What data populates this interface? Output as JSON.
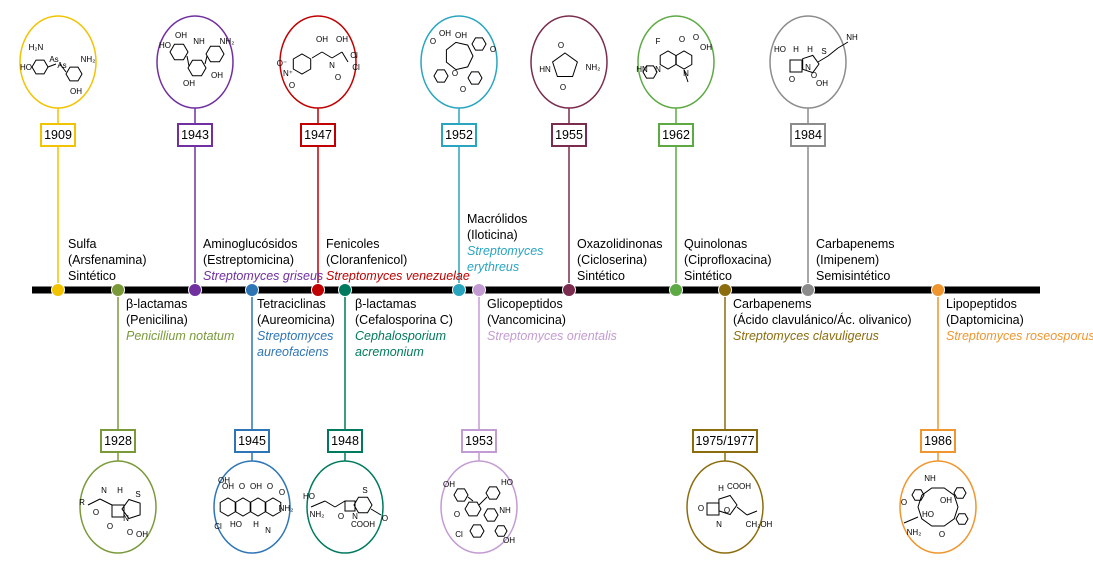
{
  "line_color": "#000000",
  "events": [
    {
      "id": "e1909",
      "year": "1909",
      "lines": [
        "Sulfa",
        "(Arsfenamina)",
        "Sintético"
      ],
      "organism": [],
      "color": "#F2C300",
      "side": "top",
      "mol": "sulfa"
    },
    {
      "id": "e1928",
      "year": "1928",
      "lines": [
        "β-lactamas",
        "(Penicilina)"
      ],
      "organism": [
        "Penicillium notatum"
      ],
      "color": "#7A9A3A",
      "side": "bottom",
      "mol": "penicillin"
    },
    {
      "id": "e1943",
      "year": "1943",
      "lines": [
        "Aminoglucósidos",
        "(Estreptomicina)"
      ],
      "organism": [
        "Streptomyces griseus"
      ],
      "color": "#7030A0",
      "side": "top",
      "mol": "streptomycin"
    },
    {
      "id": "e1945",
      "year": "1945",
      "lines": [
        "Tetraciclinas",
        "(Aureomicina)"
      ],
      "organism": [
        "Streptomyces",
        "aureofaciens"
      ],
      "color": "#2E75B6",
      "side": "bottom",
      "mol": "tetracycline"
    },
    {
      "id": "e1947",
      "year": "1947",
      "lines": [
        "Fenicoles",
        "(Cloranfenicol)"
      ],
      "organism": [
        "Streptomyces venezuelae"
      ],
      "color": "#C00000",
      "side": "top",
      "mol": "chloramphenicol"
    },
    {
      "id": "e1948",
      "year": "1948",
      "lines": [
        "β-lactamas",
        "(Cefalosporina C)"
      ],
      "organism": [
        "Cephalosporium",
        "acremonium"
      ],
      "color": "#007A5E",
      "side": "bottom",
      "mol": "cephalosporin"
    },
    {
      "id": "e1952",
      "year": "1952",
      "lines": [
        "Macrólidos",
        "(Iloticina)"
      ],
      "organism": [
        "Streptomyces",
        "erythreus"
      ],
      "color": "#2AA5C0",
      "side": "top",
      "mol": "erythromycin"
    },
    {
      "id": "e1953",
      "year": "1953",
      "lines": [
        "Glicopeptidos",
        "(Vancomicina)"
      ],
      "organism": [
        "Streptomyces orientalis"
      ],
      "color": "#C39BD3",
      "side": "bottom",
      "mol": "vancomycin"
    },
    {
      "id": "e1955",
      "year": "1955",
      "lines": [
        "Oxazolidinonas",
        "(Cicloserina)",
        "Sintético"
      ],
      "organism": [],
      "color": "#7B2C4E",
      "side": "top",
      "mol": "cycloserine"
    },
    {
      "id": "e1962",
      "year": "1962",
      "lines": [
        "Quinolonas",
        "(Ciprofloxacina)",
        "Sintético"
      ],
      "organism": [],
      "color": "#5DAA44",
      "side": "top",
      "mol": "ciprofloxacin"
    },
    {
      "id": "e1975",
      "year": "1975/1977",
      "lines": [
        "Carbapenems",
        "(Ácido clavulánico/Ác. olivanico)"
      ],
      "organism": [
        "Streptomyces clavuligerus"
      ],
      "color": "#8C6D0E",
      "side": "bottom",
      "mol": "clavulanic"
    },
    {
      "id": "e1984",
      "year": "1984",
      "lines": [
        "Carbapenems",
        "(Imipenem)",
        "Semisintético"
      ],
      "organism": [],
      "color": "#8C8C8C",
      "side": "top",
      "mol": "imipenem"
    },
    {
      "id": "e1986",
      "year": "1986",
      "lines": [
        "Lipopeptidos",
        "(Daptomicina)"
      ],
      "organism": [
        "Streptomyces roseosporus"
      ],
      "color": "#F0962E",
      "side": "bottom",
      "mol": "daptomycin"
    }
  ],
  "chem": {
    "sulfa": [
      "H₂N",
      "HO",
      "As",
      "As",
      "NH₂",
      "OH"
    ],
    "penicillin": [
      "R",
      "H",
      "N",
      "S",
      "O",
      "O",
      "N",
      "OH",
      "O"
    ],
    "streptomycin": [
      "HO",
      "OH",
      "NH",
      "NH₂",
      "OH",
      "OH"
    ],
    "tetracycline": [
      "OH",
      "O",
      "OH",
      "O",
      "OH",
      "O",
      "NH₂",
      "Cl",
      "HO",
      "H",
      "N"
    ],
    "chloramphenicol": [
      "OH",
      "OH",
      "O",
      "Cl",
      "Cl",
      "N",
      "N⁺",
      "O⁻",
      "O"
    ],
    "erythromycin": [
      "O",
      "OH",
      "OH",
      "O",
      "O",
      "O"
    ],
    "cephalosporin": [
      "HO",
      "NH₂",
      "S",
      "N",
      "O",
      "COOH",
      "O"
    ],
    "vancomycin": [
      "OH",
      "HO",
      "O",
      "NH",
      "Cl",
      "OH"
    ],
    "cycloserine": [
      "O",
      "HN",
      "NH₂",
      "O"
    ],
    "ciprofloxacin": [
      "F",
      "O",
      "O",
      "OH",
      "HN",
      "N",
      "N"
    ],
    "clavulanic": [
      "H",
      "O",
      "COOH",
      "N",
      "O",
      "CH₂OH"
    ],
    "imipenem": [
      "HO",
      "H",
      "H",
      "S",
      "N",
      "NH",
      "O",
      "OH",
      "O"
    ],
    "daptomycin": [
      "O",
      "NH",
      "OH",
      "HO",
      "O",
      "NH₂"
    ]
  }
}
